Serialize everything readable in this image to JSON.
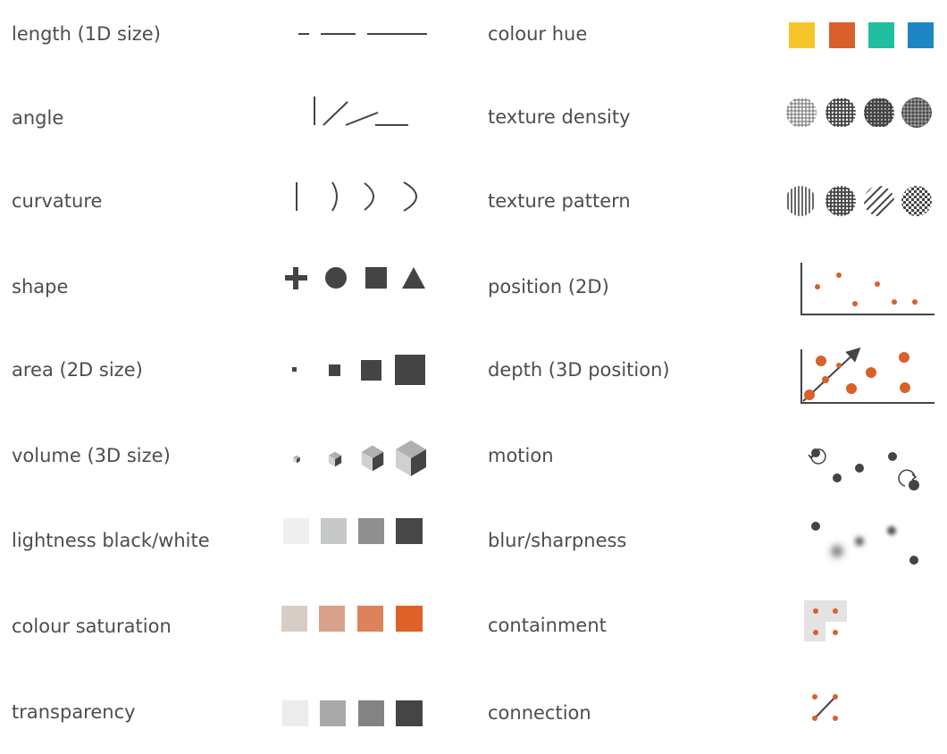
{
  "left_column": [
    {
      "label": "length (1D size)",
      "icon": "length-icon"
    },
    {
      "label": "angle",
      "icon": "angle-icon"
    },
    {
      "label": "curvature",
      "icon": "curvature-icon"
    },
    {
      "label": "shape",
      "icon": "shape-icon"
    },
    {
      "label": "area (2D size)",
      "icon": "area-icon"
    },
    {
      "label": "volume (3D size)",
      "icon": "volume-icon"
    },
    {
      "label": "lightness black/white",
      "icon": "lightness-icon"
    },
    {
      "label": "colour saturation",
      "icon": "saturation-icon"
    },
    {
      "label": "transparency",
      "icon": "transparency-icon"
    }
  ],
  "right_column": [
    {
      "label": "colour hue",
      "icon": "hue-icon"
    },
    {
      "label": "texture density",
      "icon": "texture-density-icon"
    },
    {
      "label": "texture pattern",
      "icon": "texture-pattern-icon"
    },
    {
      "label": "position (2D)",
      "icon": "position-icon"
    },
    {
      "label": "depth (3D position)",
      "icon": "depth-icon"
    },
    {
      "label": "motion",
      "icon": "motion-icon"
    },
    {
      "label": "blur/sharpness",
      "icon": "blur-icon"
    },
    {
      "label": "containment",
      "icon": "containment-icon"
    },
    {
      "label": "connection",
      "icon": "connection-icon"
    }
  ],
  "colors": {
    "ink": "#444444",
    "accent": "#d9602a",
    "hue_swatches": [
      "#f4c62c",
      "#d9602a",
      "#1fbfa0",
      "#1e87c3"
    ],
    "lightness_swatches": [
      "#efefef",
      "#c6c8c9",
      "#8f8f8f",
      "#474747"
    ],
    "saturation_swatches": [
      "#d8cdc5",
      "#d8a18a",
      "#dd835b",
      "#e0602a"
    ],
    "transparency_swatches": [
      "#ececec",
      "#a9a9a9",
      "#838383",
      "#454545"
    ]
  }
}
